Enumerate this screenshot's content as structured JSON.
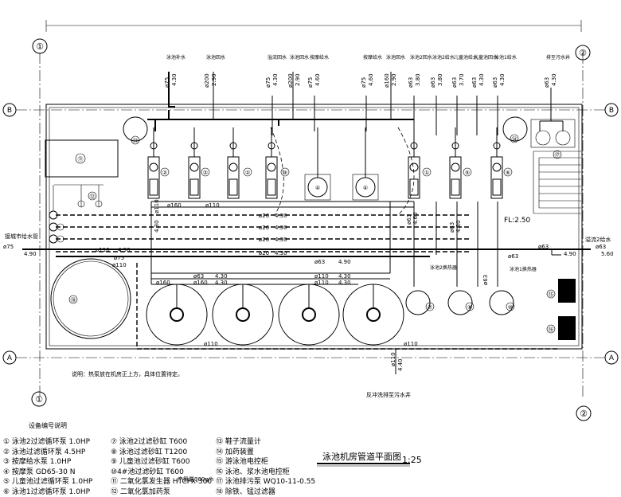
{
  "grid": {
    "col_top_left": "①",
    "col_top_right": "②",
    "col_bottom_left": "①",
    "col_bottom_right": "②",
    "row_b_left": "B",
    "row_b_right": "B",
    "row_a_left": "A",
    "row_a_right": "A"
  },
  "risers": [
    {
      "name": "泳池补水",
      "dia": "ø75",
      "elev": "4.30"
    },
    {
      "name": "泳池回水",
      "dia": "ø200",
      "elev": "2.90"
    },
    {
      "name": "溢流回水",
      "dia": "ø75",
      "elev": "4.30"
    },
    {
      "name": "泳池回水",
      "dia": "ø200",
      "elev": "2.90"
    },
    {
      "name": "按摩给水",
      "dia": "ø75",
      "elev": "4.60"
    },
    {
      "name": "按摩给水",
      "dia": "ø75",
      "elev": "4.60"
    },
    {
      "name": "泳池回水",
      "dia": "ø160",
      "elev": "2.90"
    },
    {
      "name": "泳池2回水",
      "dia": "ø63",
      "elev": "3.80"
    },
    {
      "name": "泳池2给水",
      "dia": "ø63",
      "elev": "3.80"
    },
    {
      "name": "儿童池给水",
      "dia": "ø63",
      "elev": "3.70"
    },
    {
      "name": "儿童池回水",
      "dia": "ø63",
      "elev": "4.30"
    },
    {
      "name": "泳池1给水",
      "dia": "ø63",
      "elev": "4.30"
    },
    {
      "name": "排至污水井",
      "dia": "ø63",
      "elev": "4.30"
    }
  ],
  "equipment_tags": {
    "t1": "①",
    "t2": "②",
    "t3": "③",
    "t4": "④",
    "t5": "⑤",
    "t6": "⑥",
    "t11": "⑪",
    "t12": "⑫",
    "t14": "⑭",
    "t15": "⑮",
    "t16": "⑯",
    "t17": "⑰",
    "t18": "⑱",
    "t7": "⑦",
    "t8": "⑧",
    "t10": "⑩"
  },
  "pipes": {
    "p_d20_1": "ø20",
    "p_d20_1e": "4.30",
    "p_d20_2": "ø20",
    "p_d20_2e": "4.30",
    "p_d20_3": "ø20",
    "p_d20_3e": "4.30",
    "p_d20_4": "ø20",
    "p_d20_4e": "4.30",
    "p_d160a": "ø160",
    "p_d110a": "ø110",
    "p_d110b": "ø110",
    "p_d110be": "4.90",
    "p_d75a": "ø75",
    "p_d110c": "ø110",
    "p_d63a": "ø63",
    "p_d63ae": "4.90",
    "p_d63_row1": "ø63",
    "p_d63_row1e": "4.30",
    "p_d110_row1": "ø110",
    "p_d110_row1e": "4.30",
    "p_d160_row2": "ø160",
    "p_d160_row2e": "4.30",
    "p_d110_row2": "ø110",
    "p_d110_row2e": "4.30",
    "p_d160_left": "ø160",
    "p_bottom_d110a": "ø110",
    "p_bottom_d110b": "ø110",
    "p_drain_d110": "ø110",
    "p_drain_e": "4.40",
    "p_left_in_d75": "ø75",
    "p_left_in_e": "4.90",
    "p_right_out_d63": "ø63",
    "p_right_out_e": "5.60",
    "p_right_d63": "ø63",
    "p_right_d63e": "4.90",
    "p_vert_d110": "ø110",
    "p_vert_e": "4.30",
    "p_vert_d63a": "ø63",
    "p_vert_d63b": "ø63",
    "p_vert_e2": "4.60",
    "p_vert_e3": "4.30",
    "p_d63_lower": "ø63",
    "p_d63_lower2": "ø63"
  },
  "labels": {
    "fl": "FL:2.50",
    "left_inlet": "接城市给水管",
    "right_outlet": "溢流2给水",
    "note": "说明：热泵放在机房正上方，具体位置待定。",
    "drain_label": "反冲洗排至污水井",
    "heat1": "泳池2换热器",
    "heat2": "泳池1换热器",
    "legend_title": "设备编号说明",
    "drawing_title": "泳池机房管道平面图",
    "scale": "1:25"
  },
  "legend": [
    {
      "c1": "① 泳池2过滤循环泵  1.0HP",
      "c2": "⑦ 泳池2过滤砂缸  T600",
      "c3": "⑬ 鞋子流量计"
    },
    {
      "c1": "② 泳池过滤循环泵  4.5HP",
      "c2": "⑧ 泳池过滤砂缸  T1200",
      "c3": "⑭ 加药装置"
    },
    {
      "c1": "③ 按摩给水泵  1.0HP",
      "c2": "⑨ 儿童池过滤砂缸  T600",
      "c3": "⑮ 游泳池电控柜"
    },
    {
      "c1": "④ 按摩泵  GD65-30  N",
      "c2": "⑩4#池过滤砂缸  T600",
      "c3": "⑯ 泳池、浆水池电控柜"
    },
    {
      "c1": "⑤ 儿童池过滤循环泵  1.0HP",
      "c2": "⑪ 二氧化氯发生器  HTCFX-300",
      "c3": "⑰ 泳池排污泵  WQ10-11-0.55",
      "c3pre": "产氯量300g/h"
    },
    {
      "c1": "⑥ 泳池1过滤循环泵  1.0HP",
      "c2": "⑫ 二氧化氯加药泵",
      "c3": "⑱ 除铁、锰过滤器"
    }
  ]
}
